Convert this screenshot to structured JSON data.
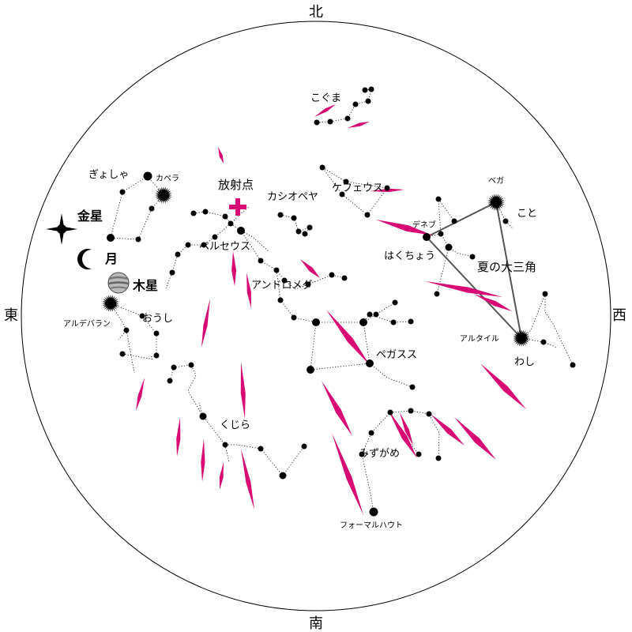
{
  "directions": {
    "north": "北",
    "south": "南",
    "east": "東",
    "west": "西"
  },
  "radiant": {
    "label": "放射点",
    "color": "#d80a73"
  },
  "meteor_color": "#d80a73",
  "constellations": {
    "ursa_minor": "こぐま",
    "auriga": "ぎょしゃ",
    "cassiopeia": "カシオペヤ",
    "cepheus": "ケフェウス",
    "perseus": "ペルセウス",
    "andromeda": "アンドロメダ",
    "cygnus": "はくちょう",
    "taurus": "おうし",
    "pegasus": "ペガスス",
    "aquila": "わし",
    "cetus": "くじら",
    "aquarius": "みずがめ",
    "lyra": "こと"
  },
  "stars": {
    "capella": "カペラ",
    "vega": "ベガ",
    "deneb": "デネブ",
    "altair": "アルタイル",
    "aldebaran": "アルデバラン",
    "fomalhaut": "フォーマルハウト"
  },
  "planets": {
    "venus": "金星",
    "moon": "月",
    "jupiter": "木星"
  },
  "summer_triangle": "夏の大三角"
}
